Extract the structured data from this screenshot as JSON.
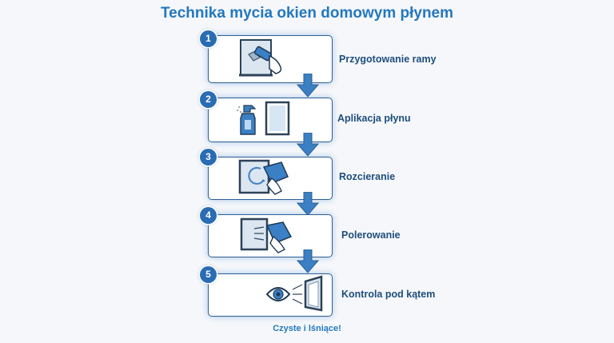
{
  "title": "Technika mycia okien domowym płynem",
  "steps": [
    {
      "number": "1",
      "label": "Przygotowanie ramy",
      "icon": "brush-on-window-frame-icon"
    },
    {
      "number": "2",
      "label": "Aplikacja płynu",
      "icon": "spray-bottle-and-window-icon"
    },
    {
      "number": "3",
      "label": "Rozcieranie",
      "icon": "cloth-circular-wipe-icon"
    },
    {
      "number": "4",
      "label": "Polerowanie",
      "icon": "cloth-polishing-window-icon"
    },
    {
      "number": "5",
      "label": "Kontrola pod kątem",
      "icon": "eye-inspecting-window-icon"
    }
  ],
  "footer": "Czyste i lśniące!",
  "colors": {
    "accent": "#2478bf",
    "badge": "#2a6cb3",
    "arrow": "#3b7fc4",
    "box_border": "#2d5f92"
  }
}
